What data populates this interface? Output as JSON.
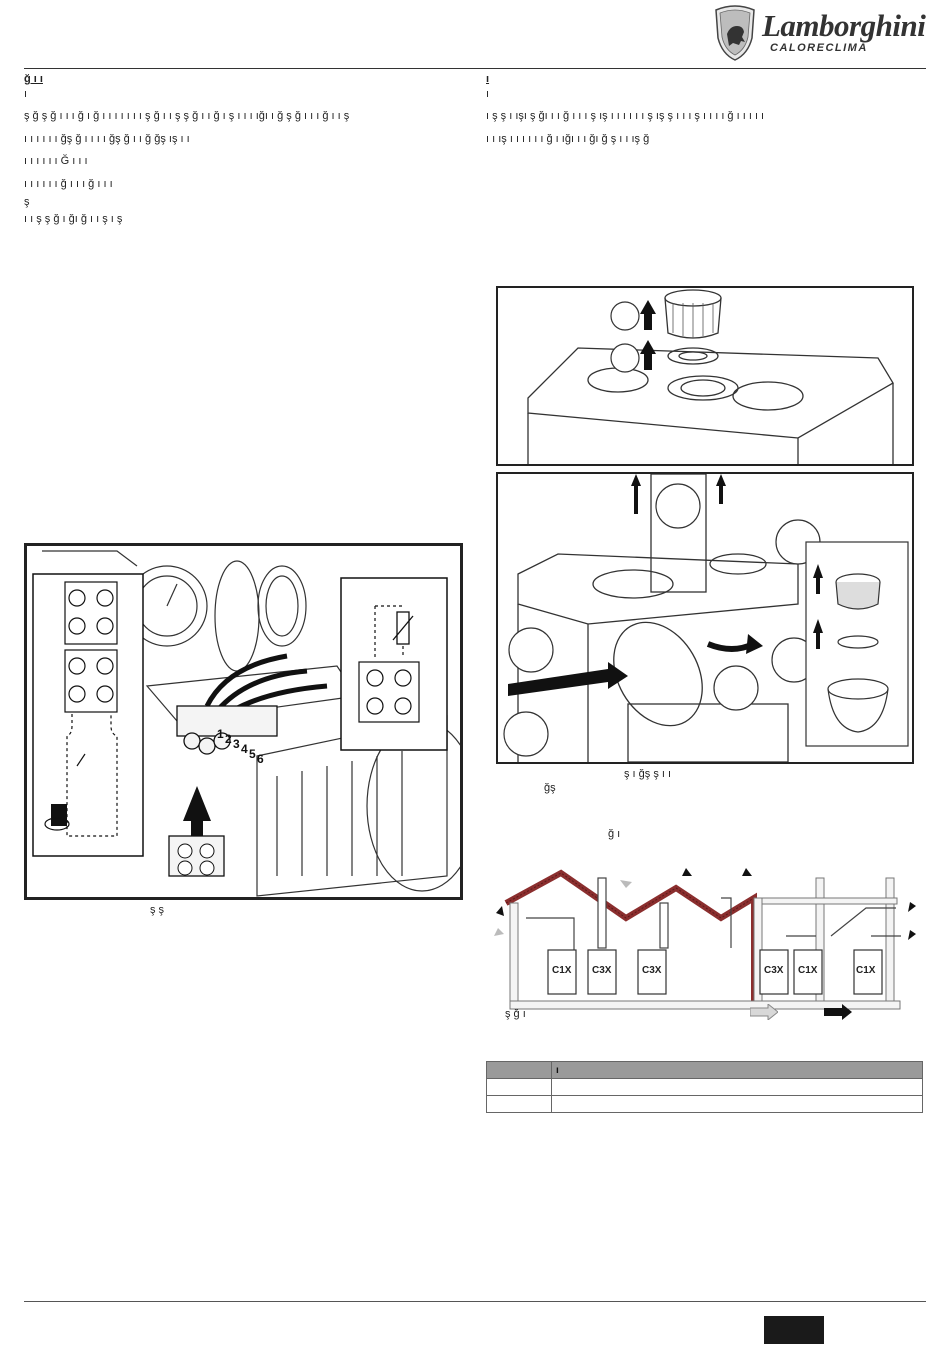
{
  "brand": {
    "name": "Lamborghini",
    "subtitle": "CALORECLIMA"
  },
  "left": {
    "heading": "ğ ı ı",
    "paragraphs": [
      "ı",
      "ş ğ ş ğ ı ı ı ğ ı ğ ı ı ı ı ı ı ı ş ğ ı ı ş ş ğ ı ı ğ ı ş ı ı ı ığı ı ğ ş ğ ı ı ı ğ ı ı ş",
      "ı ı ı ı ı ı ğş ğ ı ı ı ı ğş ğ ı ı ğ ğş ış ı ı",
      "ı ı ı ı ı ı Ğ ı ı ı",
      "ı ı ı ı ı ı ğ ı ı ı ğ ı ı ı",
      "ş",
      "ı ı ş ş ğ ı ğı ğ ı ı ş ı ş"
    ],
    "figure_caption": "ş ş",
    "terminals": [
      "1",
      "2",
      "3",
      "4",
      "5",
      "6"
    ]
  },
  "right": {
    "heading": "ı",
    "paragraphs": [
      "ı",
      "ı ş ş ı ışı ş ğı ı ı ğ ı ı ı ş ış ı ı ı ı ı ı ş ış ş ı ı ı ş ı ı ı ı ğ ı ı ı ı ı",
      "ı ı ış ı ı ı ı ı ı ğ ı ığı ı ı ğı ğ ş ı ı ış ğ"
    ],
    "figure_caption_1": "ş ı ğş ş ı ı",
    "figure_caption_2": "ğş",
    "installations_title": "ğ ı",
    "installations": [
      "C1X",
      "C3X",
      "C3X",
      "C3X",
      "C1X",
      "C1X"
    ],
    "legend_text": "ş ğ ı",
    "table": {
      "headers": [
        "",
        "ı"
      ],
      "rows": [
        [
          "",
          ""
        ],
        [
          "",
          ""
        ]
      ]
    }
  },
  "colors": {
    "roof": "#8b2e2e",
    "frame": "#222222",
    "table_header": "#9a9a9a"
  }
}
